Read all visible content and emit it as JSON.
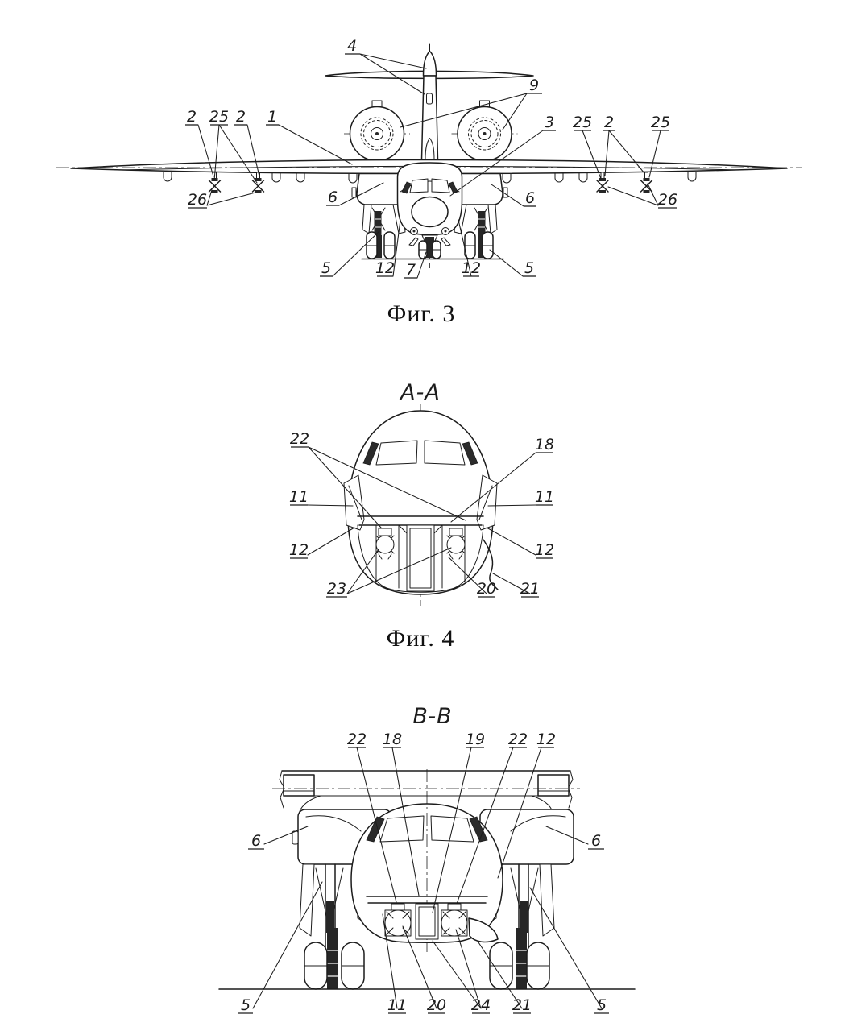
{
  "page": {
    "background_color": "#ffffff",
    "ink_color": "#1c1c1c"
  },
  "figures": [
    {
      "id": "fig3",
      "section_title": "",
      "caption": "Фиг. 3",
      "view": "aircraft front view",
      "part_labels": {
        "n4": "4",
        "n9": "9",
        "n2a": "2",
        "n25a": "25",
        "n2b": "2",
        "n1": "1",
        "n3": "3",
        "n25b": "25",
        "n2c": "2",
        "n25c": "25",
        "n6l": "6",
        "n6r": "6",
        "n26l": "26",
        "n26r": "26",
        "n5l": "5",
        "n12l": "12",
        "n7": "7",
        "n12r": "12",
        "n5r": "5"
      }
    },
    {
      "id": "fig4",
      "section_title": "A-A",
      "caption": "Фиг. 4",
      "view": "fuselage nose cross-section",
      "part_labels": {
        "n22": "22",
        "n18": "18",
        "n11l": "11",
        "n11r": "11",
        "n12l": "12",
        "n12r": "12",
        "n23": "23",
        "n20": "20",
        "n21": "21"
      }
    },
    {
      "id": "fig5",
      "section_title": "B-B",
      "caption": "",
      "view": "fuselage cross-section at landing gear",
      "part_labels": {
        "n22a": "22",
        "n18": "18",
        "n19": "19",
        "n22b": "22",
        "n12": "12",
        "n6l": "6",
        "n6r": "6",
        "n5l": "5",
        "n11": "11",
        "n20": "20",
        "n24": "24",
        "n21": "21",
        "n5r": "5"
      }
    }
  ]
}
